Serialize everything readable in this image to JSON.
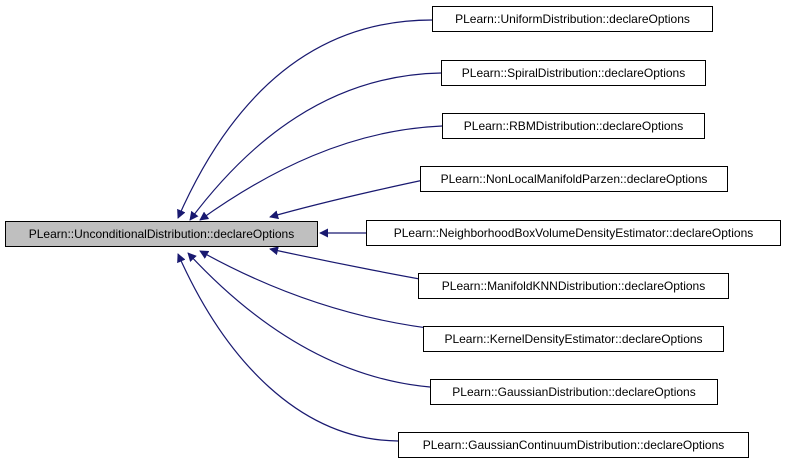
{
  "root": {
    "label": "PLearn::UnconditionalDistribution::declareOptions",
    "fill": "#bfbfbf"
  },
  "callers": [
    {
      "label": "PLearn::UniformDistribution::declareOptions"
    },
    {
      "label": "PLearn::SpiralDistribution::declareOptions"
    },
    {
      "label": "PLearn::RBMDistribution::declareOptions"
    },
    {
      "label": "PLearn::NonLocalManifoldParzen::declareOptions"
    },
    {
      "label": "PLearn::NeighborhoodBoxVolumeDensityEstimator::declareOptions"
    },
    {
      "label": "PLearn::ManifoldKNNDistribution::declareOptions"
    },
    {
      "label": "PLearn::KernelDensityEstimator::declareOptions"
    },
    {
      "label": "PLearn::GaussianDistribution::declareOptions"
    },
    {
      "label": "PLearn::GaussianContinuumDistribution::declareOptions"
    }
  ],
  "colors": {
    "edge": "#191970",
    "node_fill": "#ffffff",
    "node_border": "#000000"
  }
}
